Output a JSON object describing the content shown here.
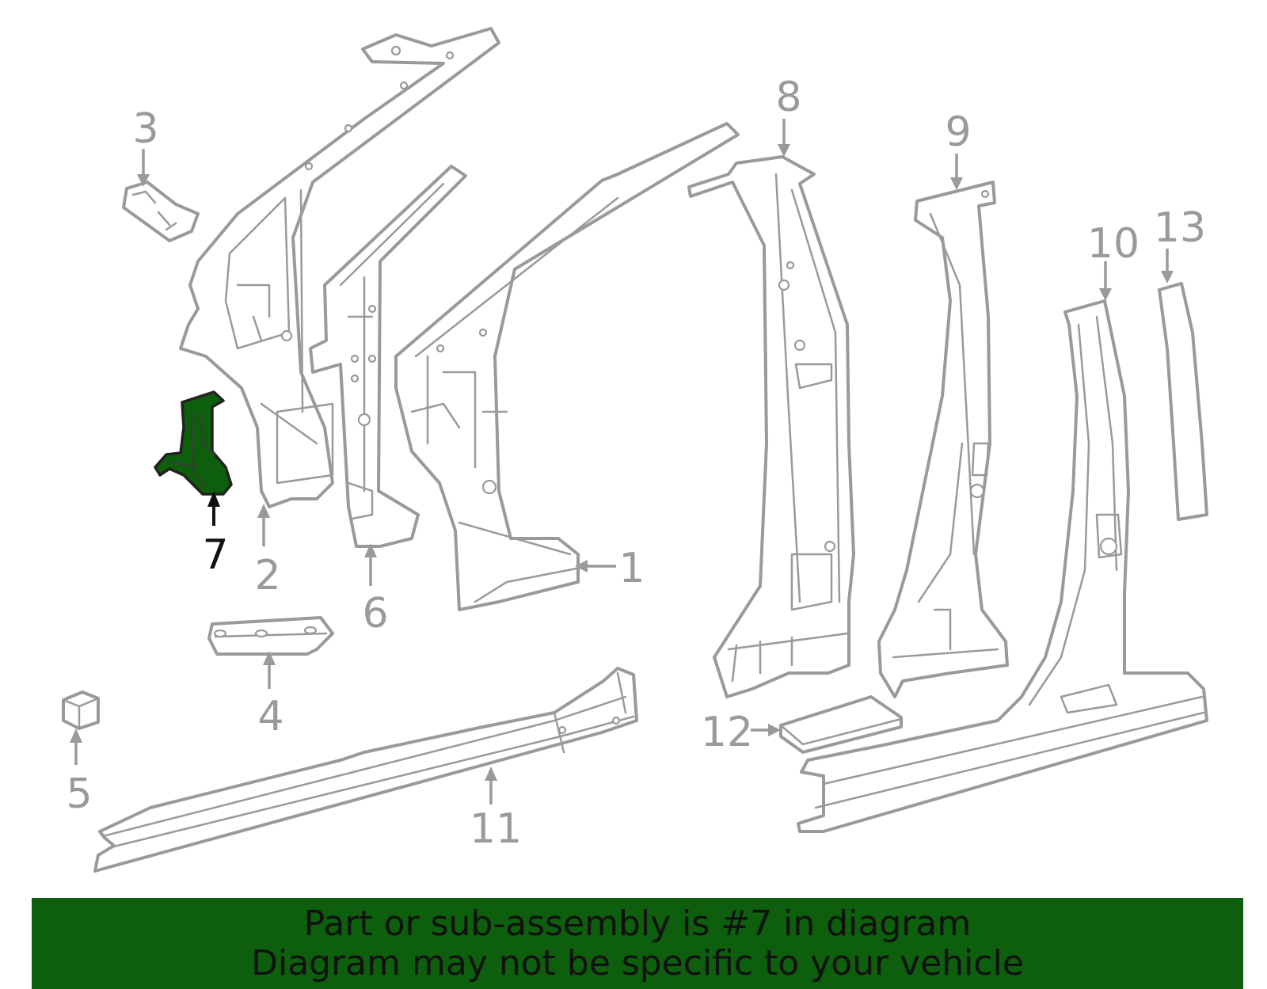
{
  "callouts": {
    "c1": "1",
    "c2": "2",
    "c3": "3",
    "c4": "4",
    "c5": "5",
    "c6": "6",
    "c7": "7",
    "c8": "8",
    "c9": "9",
    "c10": "10",
    "c11": "11",
    "c12": "12",
    "c13": "13"
  },
  "highlighted_part": "7",
  "colors": {
    "part_outline": "#9a9a9a",
    "highlight_fill": "#0d5e0d",
    "banner_background": "#0d5e0d",
    "text_dark": "#111111"
  },
  "banner": {
    "line1": "Part or sub-assembly is #7 in diagram",
    "line2": "Diagram may not be specific to your vehicle"
  }
}
